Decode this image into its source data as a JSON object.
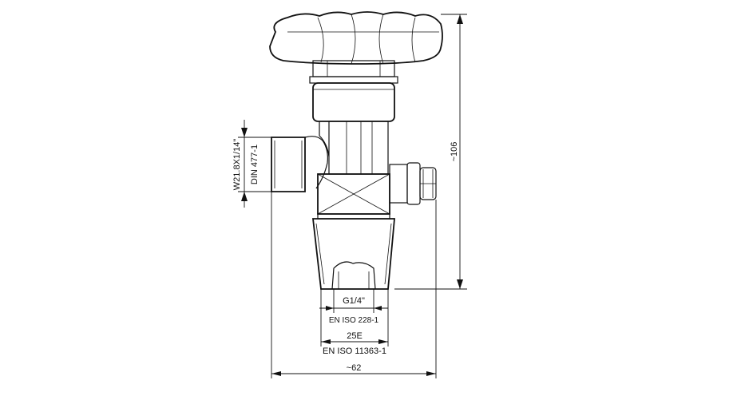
{
  "dimensions": {
    "height_overall": "~106",
    "width_overall": "~62",
    "outlet_thread": "W21.8X1/14\"",
    "outlet_standard": "DIN 477-1",
    "inlet_thread": "G1/4\"",
    "inlet_thread_standard": "EN ISO 228-1",
    "cylinder_thread": "25E",
    "cylinder_thread_standard": "EN ISO 11363-1"
  }
}
